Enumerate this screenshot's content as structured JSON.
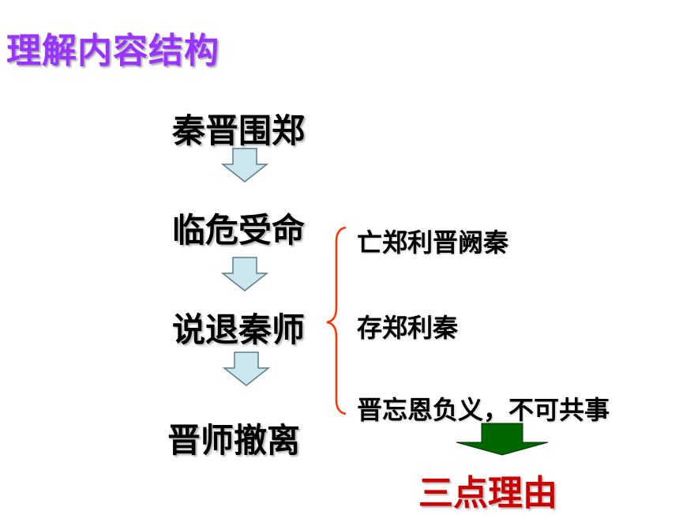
{
  "title": "理解内容结构",
  "steps": [
    "秦晋围郑",
    "临危受命",
    "说退秦师",
    "晋师撤离"
  ],
  "reasons": [
    "亡郑利晋阙秦",
    "存郑利秦",
    "晋忘恩负义，不可共事"
  ],
  "conclusion": "三点理由",
  "colors": {
    "title": "#9933ff",
    "arrow_fill": "#cce6ee",
    "arrow_stroke": "#5a7d89",
    "brace": "#ff3300",
    "down_arrow": "#006600",
    "conclusion": "#cc0000"
  }
}
